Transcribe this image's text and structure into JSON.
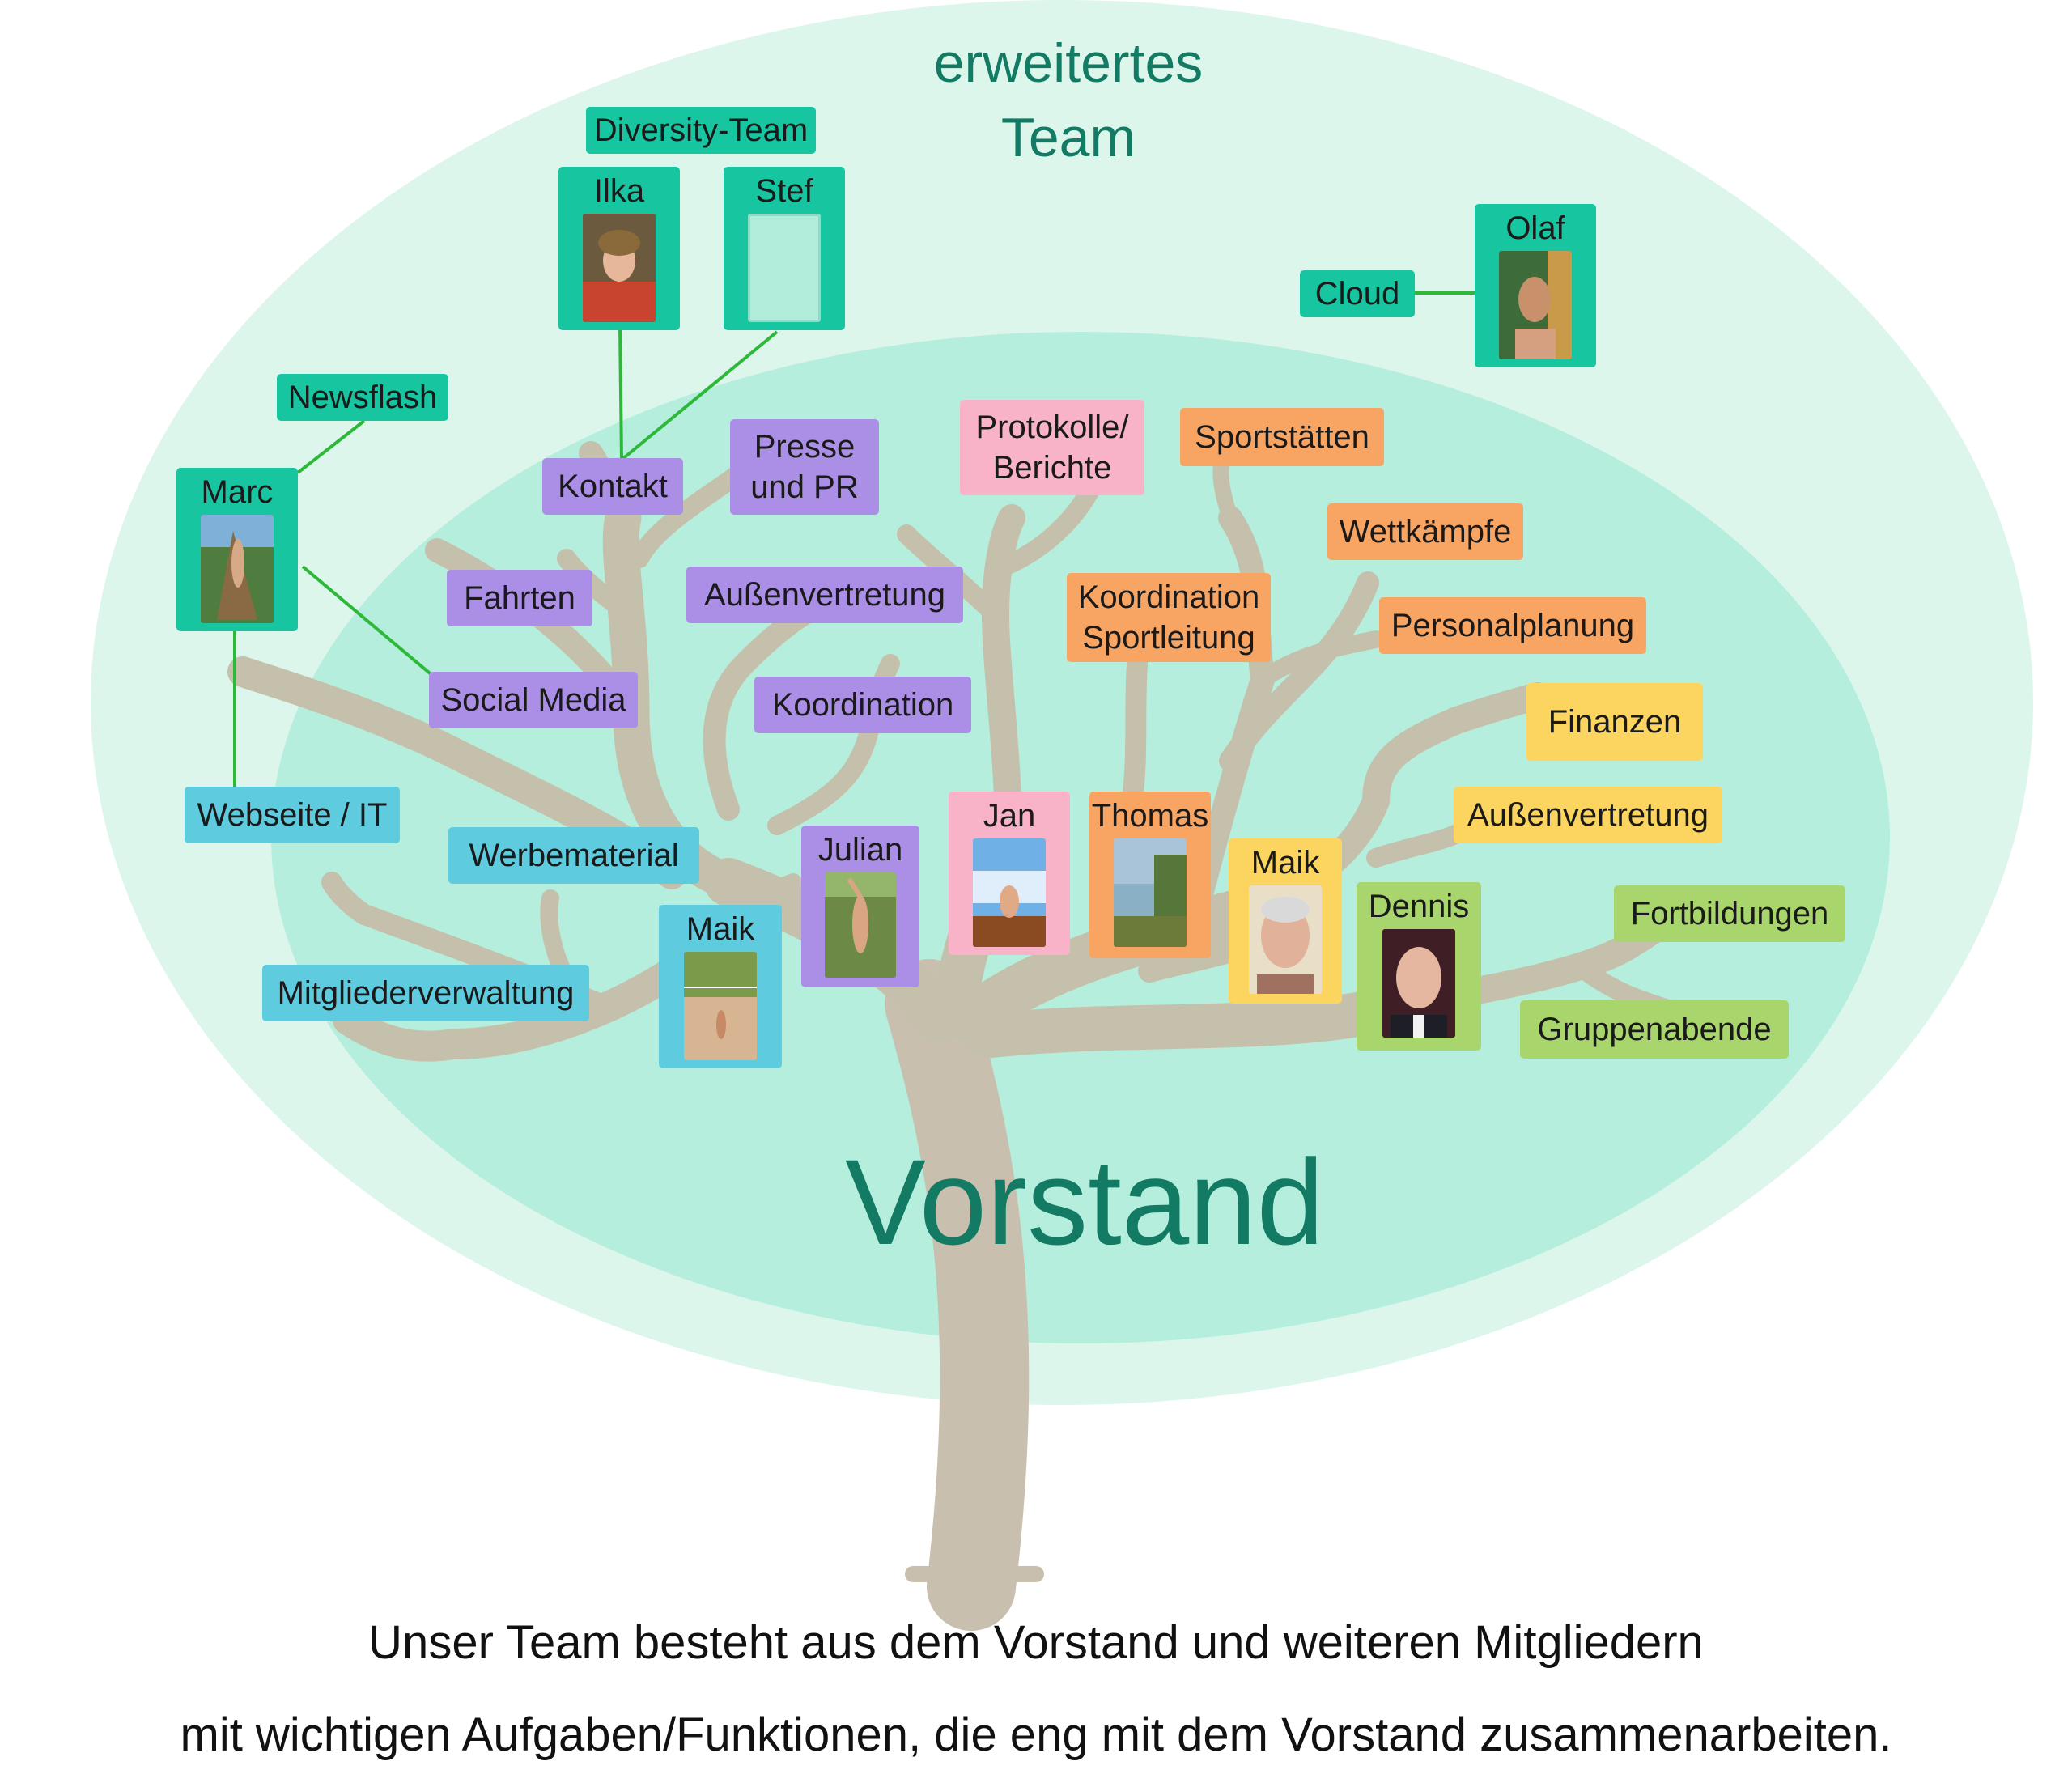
{
  "titles": {
    "outer_line1": "erweitertes",
    "outer_line2": "Team",
    "inner": "Vorstand"
  },
  "caption": {
    "line1": "Unser Team besteht aus dem Vorstand und weiteren Mitgliedern",
    "line2": "mit wichtigen Aufgaben/Funktionen, die eng mit dem Vorstand zusammenarbeiten."
  },
  "colors": {
    "outer_ellipse": "#dcf6ec",
    "inner_ellipse": "#b5eedd",
    "tree": "#c5c0ab",
    "title": "#137a63",
    "teal": "#17c6a0",
    "purple": "#ab8fe7",
    "pink": "#f8b3c8",
    "orange": "#f8a563",
    "yellow": "#fbd55f",
    "green": "#a9d66c",
    "cyan": "#5fcbdf",
    "connector": "#2db83a"
  },
  "people": {
    "ilka": "Ilka",
    "stef": "Stef",
    "olaf": "Olaf",
    "marc": "Marc",
    "julian": "Julian",
    "jan": "Jan",
    "thomas": "Thomas",
    "maik_yellow": "Maik",
    "dennis": "Dennis",
    "maik_cyan": "Maik"
  },
  "tasks": {
    "diversity_team": "Diversity-Team",
    "cloud": "Cloud",
    "newsflash": "Newsflash",
    "kontakt": "Kontakt",
    "presse_line1": "Presse",
    "presse_line2": "und PR",
    "fahrten": "Fahrten",
    "aussenvertretung_purple": "Außenvertretung",
    "social_media": "Social Media",
    "koordination": "Koordination",
    "protokolle_line1": "Protokolle/",
    "protokolle_line2": "Berichte",
    "sportstaetten": "Sportstätten",
    "wettkaempfe": "Wettkämpfe",
    "koord_sport_line1": "Koordination",
    "koord_sport_line2": "Sportleitung",
    "personalplanung": "Personalplanung",
    "finanzen": "Finanzen",
    "aussenvertretung_yellow": "Außenvertretung",
    "fortbildungen": "Fortbildungen",
    "gruppenabende": "Gruppenabende",
    "webseite_it": "Webseite / IT",
    "werbematerial": "Werbematerial",
    "mitgliederverwaltung": "Mitgliederverwaltung"
  }
}
